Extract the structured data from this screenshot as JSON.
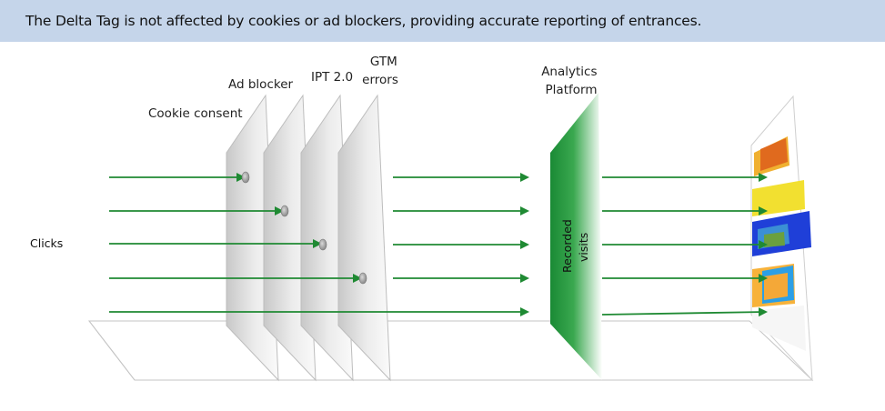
{
  "banner": {
    "text": "The Delta Tag is not affected by cookies or ad blockers, providing accurate reporting of entrances."
  },
  "diagram": {
    "input_label": "Clicks",
    "layers": [
      "Cookie consent",
      "Ad blocker",
      "IPT 2.0",
      "GTM errors"
    ],
    "platform_label": "Analytics Platform",
    "platform_inner_label": "Recorded visits",
    "colors": {
      "arrow": "#1f8a33",
      "platform_dark": "#1e8a38",
      "blocker_dot": "#9a9a9a"
    }
  }
}
